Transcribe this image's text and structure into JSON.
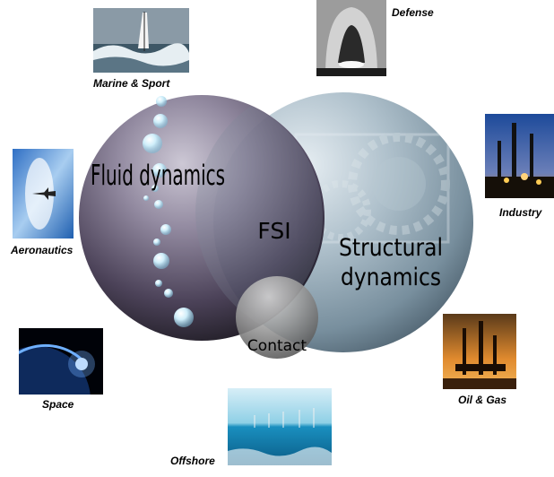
{
  "venn": {
    "fluid_label": "Fluid dynamics",
    "structural_label_line1": "Structural",
    "structural_label_line2": "dynamics",
    "overlap_label": "FSI",
    "contact_label": "Contact"
  },
  "applications": {
    "marine": "Marine & Sport",
    "defense": "Defense",
    "industry": "Industry",
    "aeronautics": "Aeronautics",
    "oil_gas": "Oil & Gas",
    "space": "Space",
    "offshore": "Offshore"
  },
  "colors": {
    "fluid_circle": "#2a2236",
    "structural_circle": "#5e7788",
    "contact_circle": "#6f6f6f",
    "bubble": "#dff3fb"
  }
}
